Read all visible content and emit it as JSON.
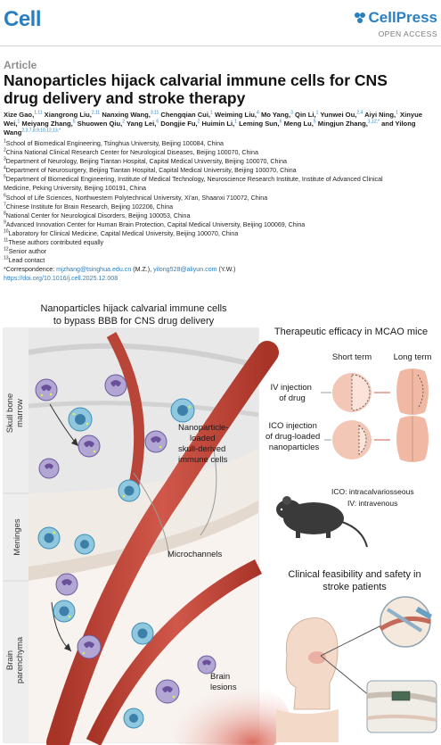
{
  "header": {
    "journal": "Cell",
    "publisher": "CellPress",
    "access": "OPEN ACCESS"
  },
  "article": {
    "type": "Article",
    "title_line1": "Nanoparticles hijack calvarial immune cells for CNS",
    "title_line2": "drug delivery and stroke therapy"
  },
  "authors": [
    {
      "name": "Xize Gao,",
      "sup": "1,11"
    },
    {
      "name": " Xiangrong Liu,",
      "sup": "2,11"
    },
    {
      "name": " Nanxing Wang,",
      "sup": "3,11"
    },
    {
      "name": " Chengqian Cui,",
      "sup": "1"
    },
    {
      "name": " Weiming Liu,",
      "sup": "4"
    },
    {
      "name": " Mo Yang,",
      "sup": "3"
    },
    {
      "name": " Qin Li,",
      "sup": "1"
    },
    {
      "name": " Yunwei Ou,",
      "sup": "2,4"
    },
    {
      "name": " Aiyi Ning,",
      "sup": "1"
    },
    {
      "name": " Xinyue Wei,",
      "sup": "1"
    },
    {
      "name": " Meiyang Zhang,",
      "sup": "5"
    },
    {
      "name": " Shuowen Qiu,",
      "sup": "2"
    },
    {
      "name": " Yang Lei,",
      "sup": "6"
    },
    {
      "name": " Dongjie Fu,",
      "sup": "2"
    },
    {
      "name": " Huimin Li,",
      "sup": "1"
    },
    {
      "name": " Leming Sun,",
      "sup": "6"
    },
    {
      "name": " Meng Lu,",
      "sup": "5"
    },
    {
      "name": " Mingjun Zhang,",
      "sup": "1,12,*"
    },
    {
      "name": " and Yilong Wang",
      "sup": "2,3,7,8,9,10,12,13,*"
    }
  ],
  "affiliations": [
    {
      "sup": "1",
      "text": "School of Biomedical Engineering, Tsinghua University, Beijing 100084, China"
    },
    {
      "sup": "2",
      "text": "China National Clinical Research Center for Neurological Diseases, Beijing 100070, China"
    },
    {
      "sup": "3",
      "text": "Department of Neurology, Beijing Tiantan Hospital, Capital Medical University, Beijing 100070, China"
    },
    {
      "sup": "4",
      "text": "Department of Neurosurgery, Beijing Tiantan Hospital, Capital Medical University, Beijing 100070, China"
    },
    {
      "sup": "5",
      "text": "Department of Biomedical Engineering, Institute of Medical Technology, Neuroscience Research Institute, Institute of Advanced Clinical"
    },
    {
      "sup": "",
      "text": "Medicine, Peking University, Beijing 100191, China"
    },
    {
      "sup": "6",
      "text": "School of Life Sciences, Northwestern Polytechnical University, Xi'an, Shaanxi 710072, China"
    },
    {
      "sup": "7",
      "text": "Chinese Institute for Brain Research, Beijing 102206, China"
    },
    {
      "sup": "8",
      "text": "National Center for Neurological Disorders, Beijing 100053, China"
    },
    {
      "sup": "9",
      "text": "Advanced Innovation Center for Human Brain Protection, Capital Medical University, Beijing 100069, China"
    },
    {
      "sup": "10",
      "text": "Laboratory for Clinical Medicine, Capital Medical University, Beijing 100070, China"
    },
    {
      "sup": "11",
      "text": "These authors contributed equally"
    },
    {
      "sup": "12",
      "text": "Senior author"
    },
    {
      "sup": "13",
      "text": "Lead contact"
    }
  ],
  "correspondence": {
    "label": "*Correspondence: ",
    "email1": "mjzhang@tsinghua.edu.cn",
    "who1": " (M.Z.), ",
    "email2": "yilong528@aliyun.com",
    "who2": " (Y.W.)"
  },
  "doi": "https://doi.org/10.1016/j.cell.2025.12.008",
  "graphical_abstract": {
    "left_title_line1": "Nanoparticles hijack calvarial immune cells",
    "left_title_line2": "to bypass BBB for CNS drug delivery",
    "layer_skull_line1": "Skull bone",
    "layer_skull_line2": "marrow",
    "layer_meninges": "Meninges",
    "layer_brain_line1": "Brain",
    "layer_brain_line2": "parenchyma",
    "label_cells_line1": "Nanoparticle-",
    "label_cells_line2": "loaded",
    "label_cells_line3": "skull-derived",
    "label_cells_line4": "immune cells",
    "label_microchannels": "Microchannels",
    "label_lesions_line1": "Brain",
    "label_lesions_line2": "lesions",
    "right_title": "Therapeutic efficacy in MCAO mice",
    "short_term": "Short term",
    "long_term": "Long term",
    "iv_line1": "IV injection",
    "iv_line2": "of drug",
    "ico_line1": "ICO injection",
    "ico_line2": "of drug-loaded",
    "ico_line3": "nanoparticles",
    "ico_def": "ICO: intracalvariosseous",
    "iv_def": "IV: intravenous",
    "clinical_line1": "Clinical feasibility and safety in",
    "clinical_line2": "stroke patients"
  },
  "colors": {
    "brand_blue": "#2a7fc0",
    "vessel_red": "#c94a3c",
    "cell_purple": "#7a5aa8",
    "cell_teal": "#4fa5c7",
    "bone_grey": "#dcdcdc"
  }
}
